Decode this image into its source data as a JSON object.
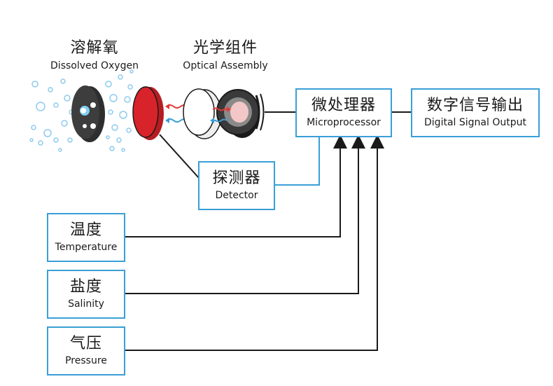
{
  "top_labels": {
    "dissolved_oxygen": {
      "zh": "溶解氧",
      "en": "Dissolved Oxygen"
    },
    "optical_assembly": {
      "zh": "光学组件",
      "en": "Optical Assembly"
    }
  },
  "boxes": {
    "microprocessor": {
      "zh": "微处理器",
      "en": "Microprocessor"
    },
    "digital_output": {
      "zh": "数字信号输出",
      "en": "Digital Signal Output"
    },
    "detector": {
      "zh": "探测器",
      "en": "Detector"
    },
    "temperature": {
      "zh": "温度",
      "en": "Temperature"
    },
    "salinity": {
      "zh": "盐度",
      "en": "Salinity"
    },
    "pressure": {
      "zh": "气压",
      "en": "Pressure"
    }
  },
  "colors": {
    "box_border": "#3a9fd6",
    "red_filter": "#d8232a",
    "bubble": "#8ecbef",
    "arrow_red": "#e53935",
    "arrow_blue": "#3a9fd6"
  }
}
